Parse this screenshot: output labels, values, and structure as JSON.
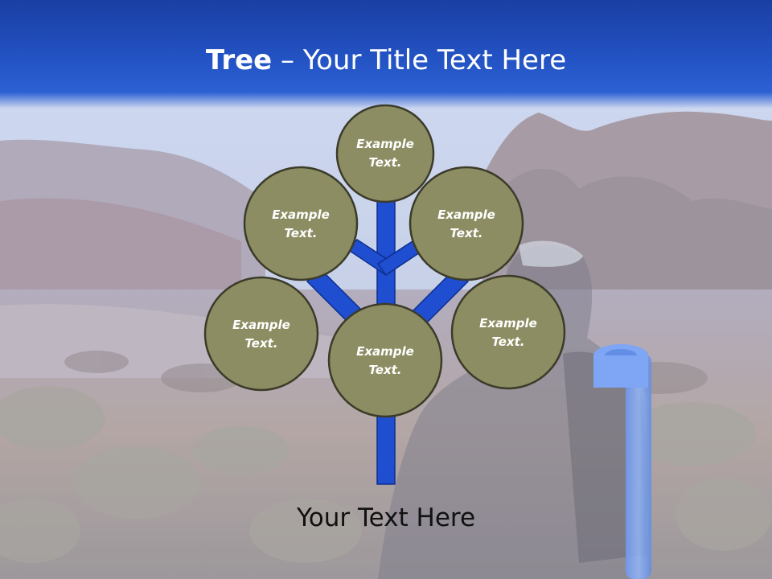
{
  "title": {
    "bold": "Tree",
    "dash": " – ",
    "rest": "Your Title Text Here"
  },
  "nodes": [
    {
      "label": "Example\nText."
    },
    {
      "label": "Example\nText."
    },
    {
      "label": "Example\nText."
    },
    {
      "label": "Example\nText."
    },
    {
      "label": "Example\nText."
    },
    {
      "label": "Example\nText."
    }
  ],
  "footer": "Your Text Here",
  "colors": {
    "title_band": "#2353c4",
    "branch": "#1f4fd0",
    "node_fill": "#8d8d63",
    "node_stroke": "#3b3b2a",
    "title_text": "#ffffff",
    "footer_text": "#111111"
  }
}
